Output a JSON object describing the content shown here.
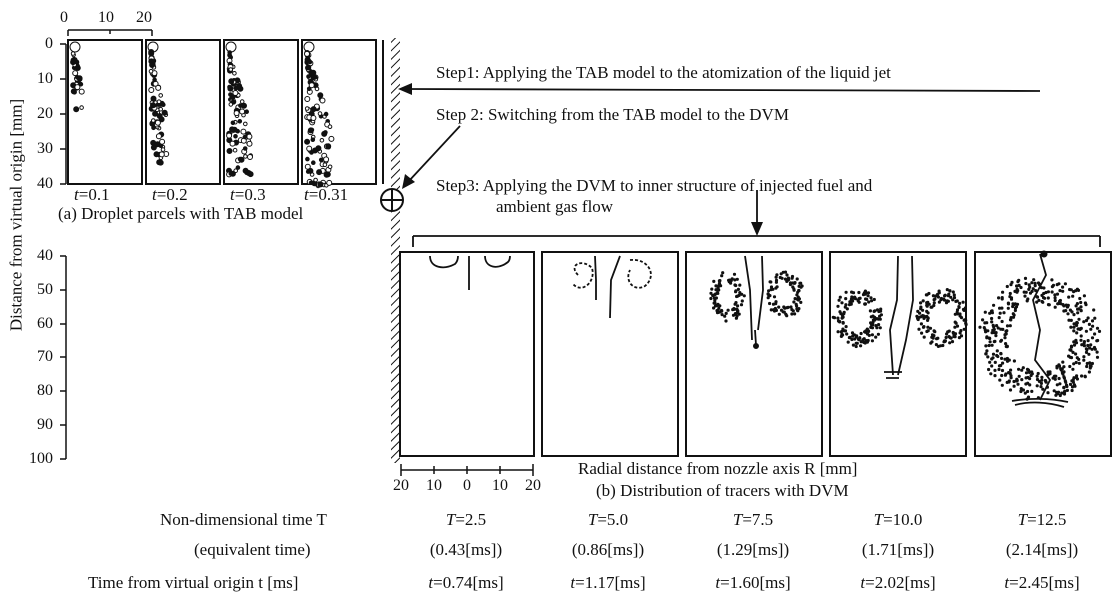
{
  "panel_a": {
    "caption": "(a) Droplet parcels with TAB model",
    "top_axis_ticks": [
      "0",
      "10",
      "20"
    ],
    "left_axis_ticks_upper": [
      "0",
      "10",
      "20",
      "30",
      "40"
    ],
    "time_labels": [
      {
        "var": "t",
        "val": "=0.1"
      },
      {
        "var": "t",
        "val": "=0.2"
      },
      {
        "var": "t",
        "val": "=0.3"
      },
      {
        "var": "t",
        "val": "=0.31"
      }
    ]
  },
  "y_axis": {
    "label": "Distance from virtual origin [mm]",
    "ticks_lower": [
      "40",
      "50",
      "60",
      "70",
      "80",
      "90",
      "100"
    ]
  },
  "steps": {
    "step1": "Step1: Applying the TAB model to the atomization of the liquid jet",
    "step2": "Step 2: Switching from the TAB model to the DVM",
    "step3_line1": "Step3: Applying the DVM to inner structure of injected fuel and",
    "step3_line2": "ambient gas flow"
  },
  "panel_b": {
    "xlabel": "Radial distance from nozzle axis R [mm]",
    "caption": "(b)  Distribution of tracers with DVM",
    "bottom_ticks": [
      "20",
      "10",
      "0",
      "10",
      "20"
    ]
  },
  "table": {
    "row1_label": "Non-dimensional time T",
    "row2_label": "(equivalent time)",
    "row3_label": "Time from virtual origin t [ms]",
    "columns": [
      {
        "T_var": "T",
        "T_val": "=2.5",
        "eq": "(0.43[ms])",
        "t_var": "t",
        "t_val": "=0.74[ms]"
      },
      {
        "T_var": "T",
        "T_val": "=5.0",
        "eq": "(0.86[ms])",
        "t_var": "t",
        "t_val": "=1.17[ms]"
      },
      {
        "T_var": "T",
        "T_val": "=7.5",
        "eq": "(1.29[ms])",
        "t_var": "t",
        "t_val": "=1.60[ms]"
      },
      {
        "T_var": "T",
        "T_val": "=10.0",
        "eq": "(1.71[ms])",
        "t_var": "t",
        "t_val": "=2.02[ms]"
      },
      {
        "T_var": "T",
        "T_val": "=12.5",
        "eq": "(2.14[ms])",
        "t_var": "t",
        "t_val": "=2.45[ms]"
      }
    ]
  }
}
